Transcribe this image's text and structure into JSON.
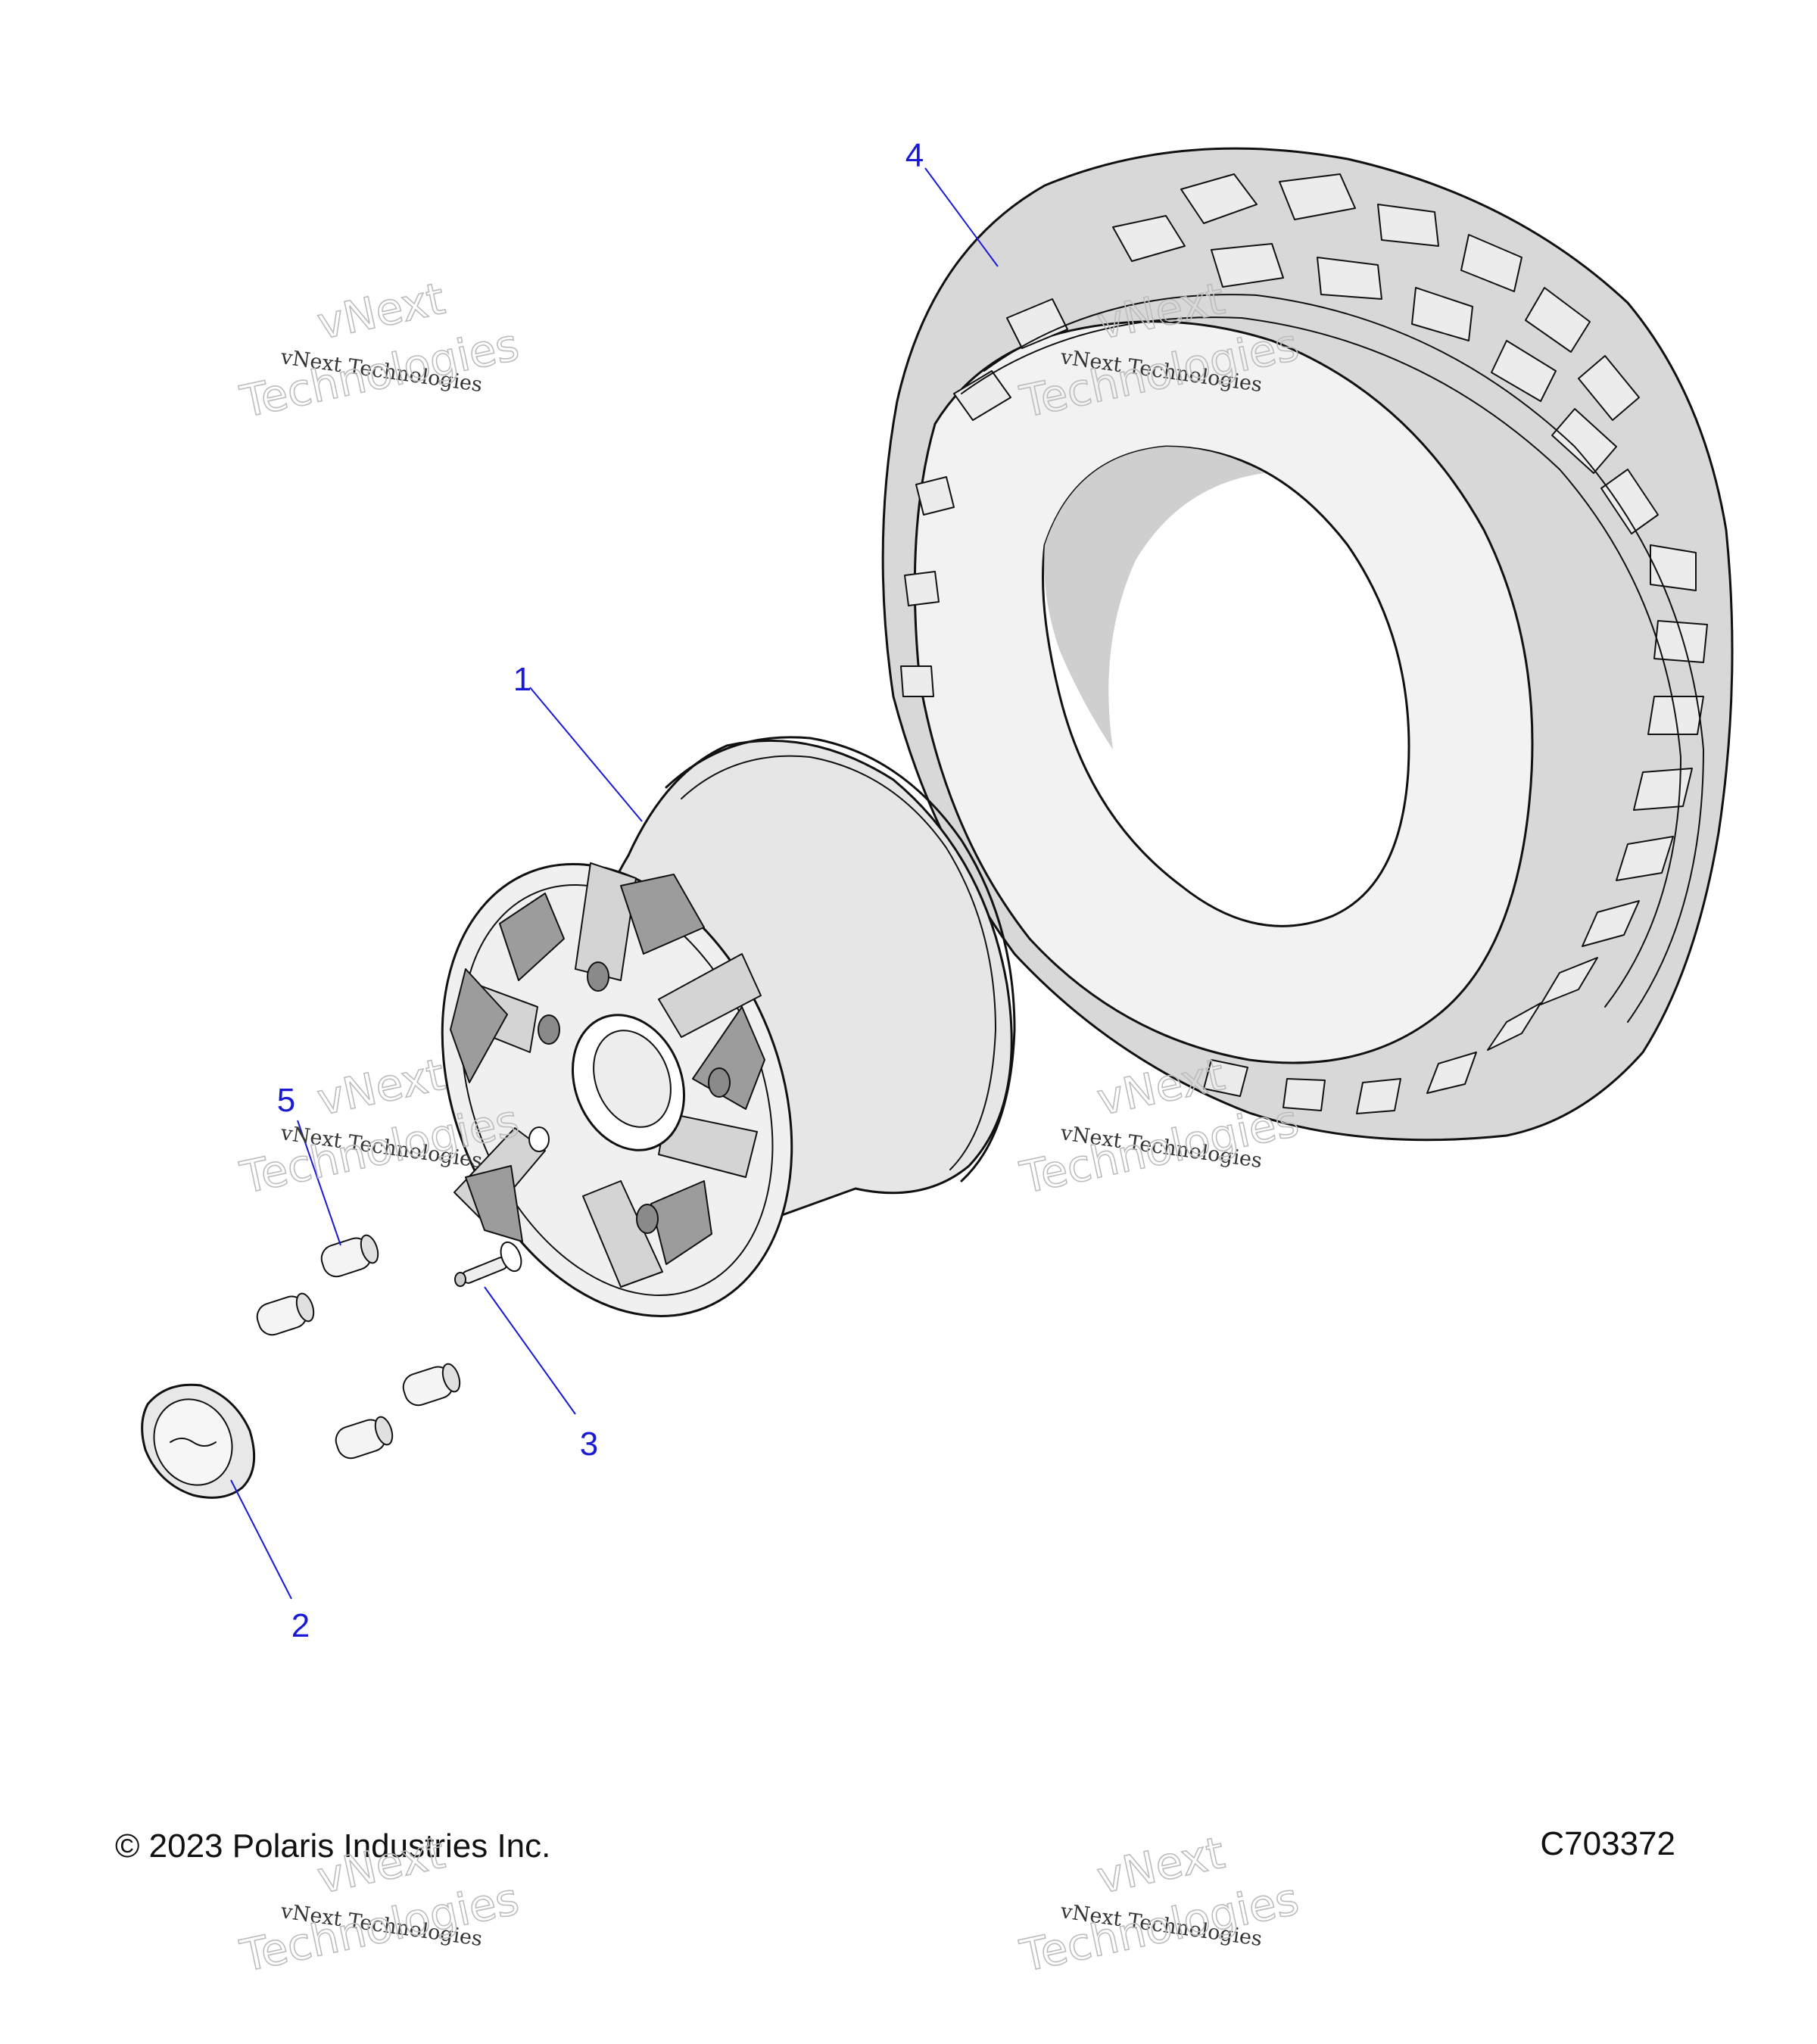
{
  "callouts": [
    {
      "id": "1",
      "label": "1",
      "part": "wheel-rim"
    },
    {
      "id": "2",
      "label": "2",
      "part": "hub-cap"
    },
    {
      "id": "3",
      "label": "3",
      "part": "valve-stem"
    },
    {
      "id": "4",
      "label": "4",
      "part": "tire"
    },
    {
      "id": "5",
      "label": "5",
      "part": "lug-nut"
    }
  ],
  "footer": {
    "copyright": "© 2023 Polaris Industries Inc.",
    "drawing_number": "C703372"
  },
  "watermark": {
    "line_small": "vNext Technologies",
    "line_top": "vNext",
    "line_bottom": "Technologies"
  },
  "colors": {
    "callout": "#1a1ad6",
    "line_art": "#111111",
    "shade_light": "#dcdcdc",
    "shade_dark": "#a9a9a9"
  }
}
